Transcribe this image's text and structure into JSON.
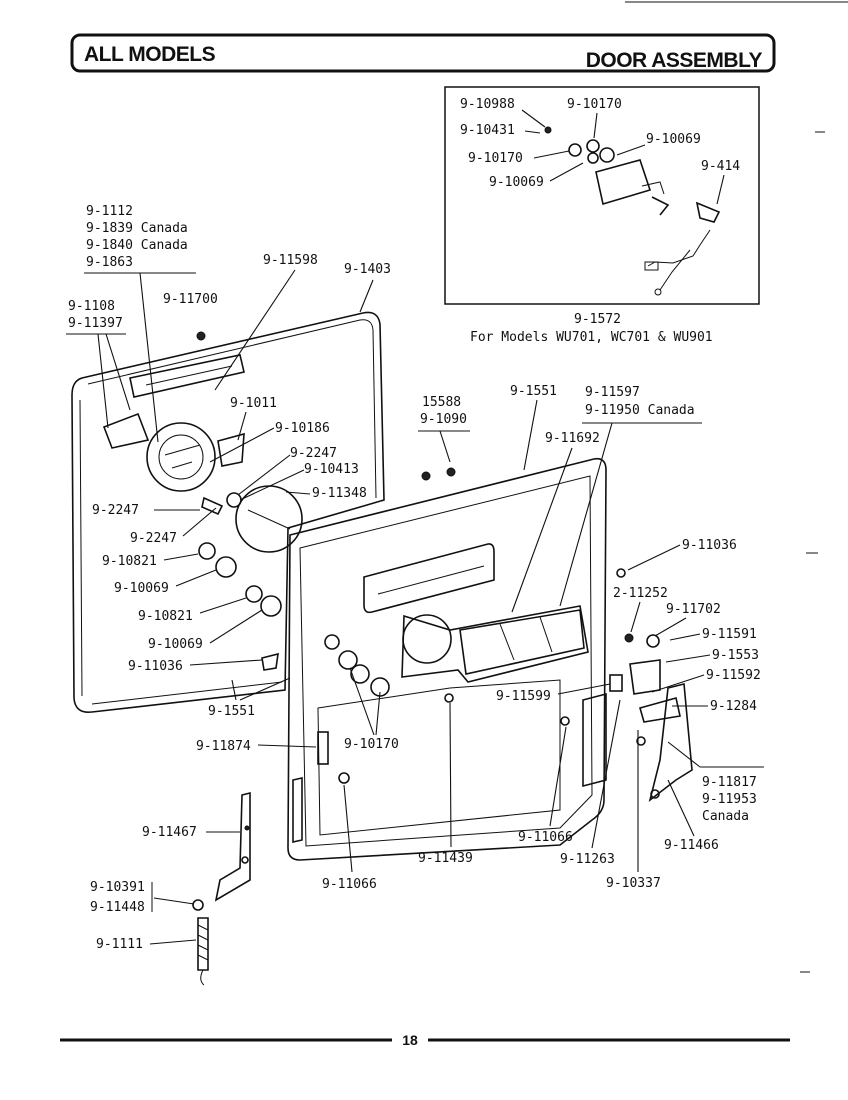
{
  "header": {
    "left_title": "ALL MODELS",
    "right_title": "DOOR ASSEMBLY"
  },
  "inset": {
    "labels": [
      "9-10988",
      "9-10170",
      "9-10431",
      "9-10069",
      "9-10170",
      "9-10069",
      "9-414"
    ],
    "assembly_number": "9-1572",
    "caption": "For Models WU701, WC701 & WU901"
  },
  "callouts": {
    "c1112": "9-1112",
    "c1839": "9-1839 Canada",
    "c1840": "9-1840 Canada",
    "c1863": "9-1863",
    "c1108": "9-1108",
    "c11397": "9-11397",
    "c11700": "9-11700",
    "c11598": "9-11598",
    "c1403": "9-1403",
    "c1011": "9-1011",
    "c10186": "9-10186",
    "c2247a": "9-2247",
    "c10413": "9-10413",
    "c11348": "9-11348",
    "c2247b": "9-2247",
    "c2247c": "9-2247",
    "c10821a": "9-10821",
    "c10069a": "9-10069",
    "c10821b": "9-10821",
    "c10069b": "9-10069",
    "c11036a": "9-11036",
    "c1551a": "9-1551",
    "c11874": "9-11874",
    "c10170": "9-10170",
    "c11467": "9-11467",
    "c10391": "9-10391",
    "c11448": "9-11448",
    "c1111": "9-1111",
    "c11066a": "9-11066",
    "c11439": "9-11439",
    "c15588": "15588",
    "c1090": "9-1090",
    "c1551b": "9-1551",
    "c11597": "9-11597",
    "c11950": "9-11950 Canada",
    "c11692": "9-11692",
    "c11036b": "9-11036",
    "c11252": "2-11252",
    "c11702": "9-11702",
    "c11591": "9-11591",
    "c1553": "9-1553",
    "c11592": "9-11592",
    "c1284": "9-1284",
    "c11599": "9-11599",
    "c11817": "9-11817",
    "c11953": "9-11953",
    "canada": "Canada",
    "c11466": "9-11466",
    "c11066b": "9-11066",
    "c11263": "9-11263",
    "c10337": "9-10337"
  },
  "footer": {
    "page_number": "18"
  }
}
